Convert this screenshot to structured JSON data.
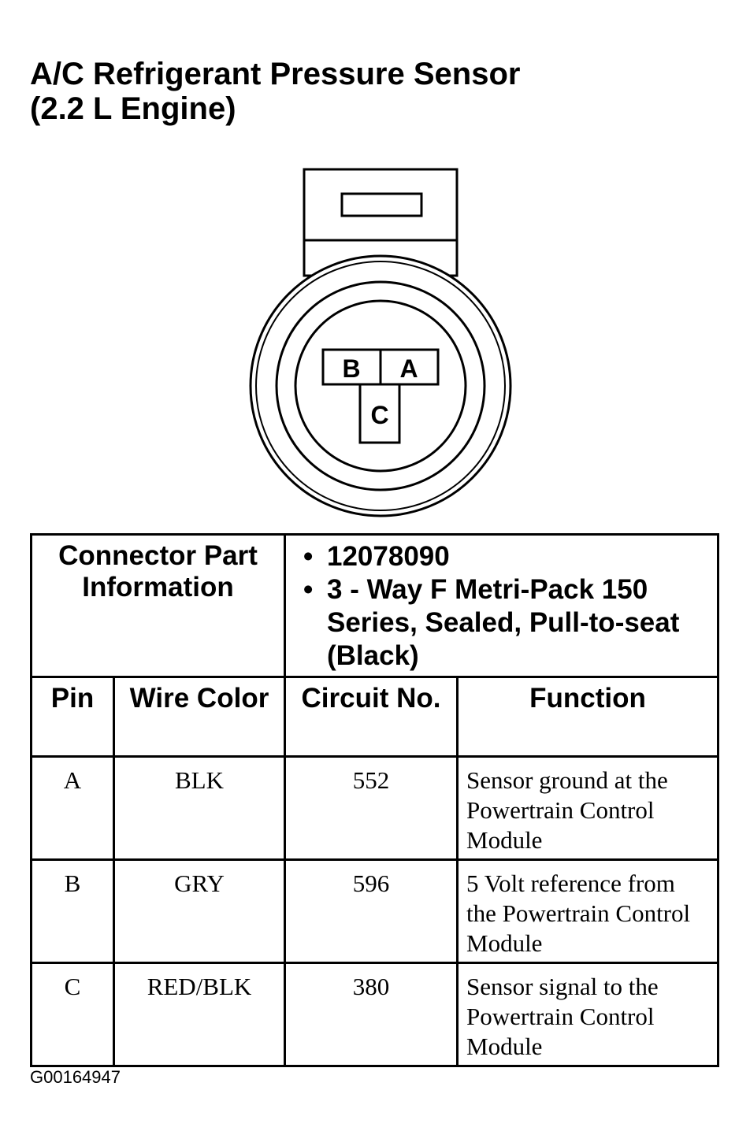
{
  "title": {
    "line1": "A/C Refrigerant Pressure Sensor",
    "line2": "(2.2 L Engine)"
  },
  "connector_diagram": {
    "pins": [
      "B",
      "A",
      "C"
    ]
  },
  "connector_info": {
    "label": "Connector Part Information",
    "bullets": [
      "12078090",
      "3 - Way F Metri-Pack 150 Series, Sealed, Pull-to-seat (Black)"
    ]
  },
  "table": {
    "headers": [
      "Pin",
      "Wire Color",
      "Circuit No.",
      "Function"
    ],
    "rows": [
      {
        "pin": "A",
        "wire_color": "BLK",
        "circuit": "552",
        "function": "Sensor ground at the Powertrain Control Module"
      },
      {
        "pin": "B",
        "wire_color": "GRY",
        "circuit": "596",
        "function": "5 Volt reference from the Powertrain Control Module"
      },
      {
        "pin": "C",
        "wire_color": "RED/BLK",
        "circuit": "380",
        "function": "Sensor signal to the Powertrain Control Module"
      }
    ]
  },
  "figure_id": "G00164947"
}
